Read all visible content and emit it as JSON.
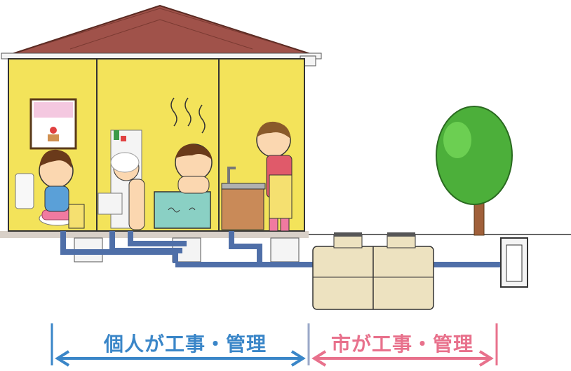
{
  "labels": {
    "private": "個人が工事・管理",
    "city": "市が工事・管理"
  },
  "colors": {
    "private_arrow": "#3a86c8",
    "city_arrow": "#e8718c",
    "roof": "#a0524a",
    "wall": "#f3e35a",
    "pipe": "#4f6fa8",
    "tank": "#ede2c0",
    "tree": "#4caf3a"
  },
  "icons": [
    "house-illustration",
    "roof",
    "toilet-icon",
    "sink-icon",
    "bathtub-icon",
    "kitchen-sink-icon",
    "septic-tank-icon",
    "tree-icon",
    "drainage-pipe",
    "manhole-icon"
  ]
}
